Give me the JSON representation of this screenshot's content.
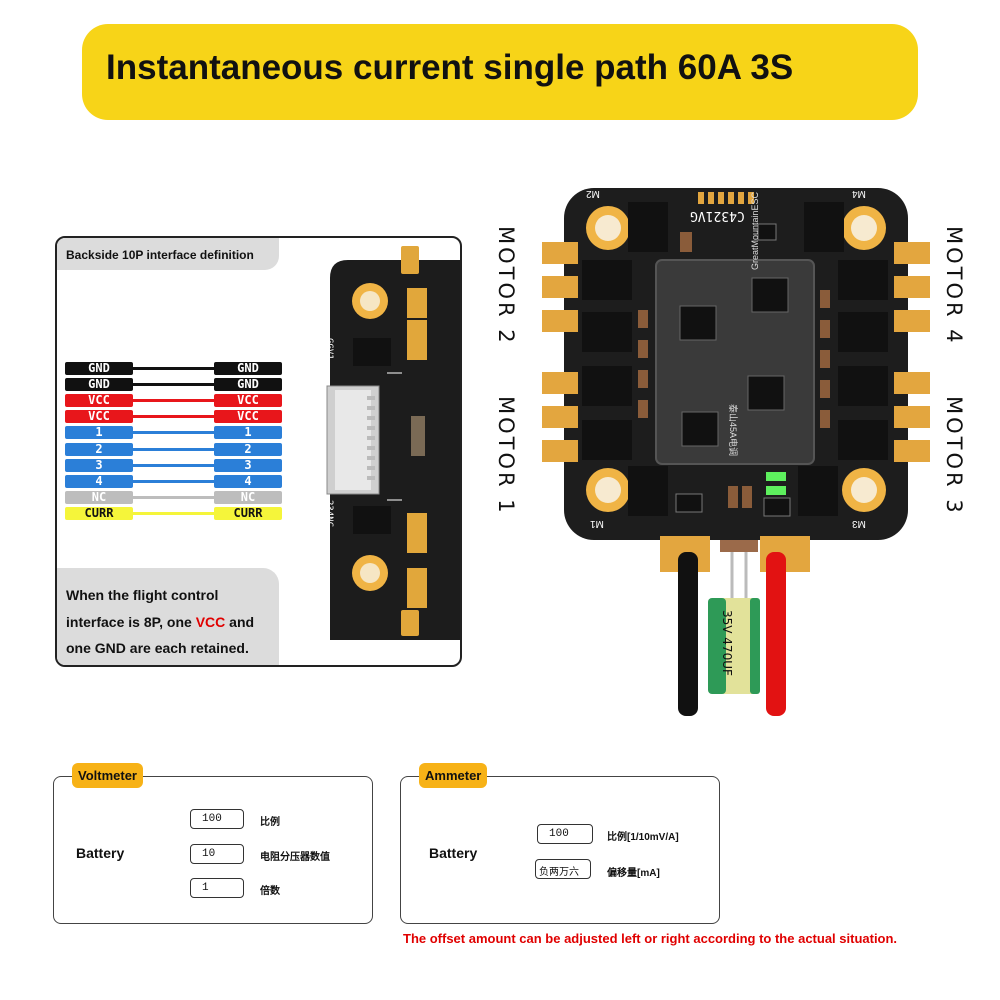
{
  "title": "Instantaneous current single path 60A 3S",
  "interface": {
    "title": "Backside 10P interface definition",
    "pins": [
      {
        "label": "GND",
        "color": "#111111",
        "text": "#ffffff",
        "wire": "#111111"
      },
      {
        "label": "GND",
        "color": "#111111",
        "text": "#ffffff",
        "wire": "#111111"
      },
      {
        "label": "VCC",
        "color": "#e8161b",
        "text": "#ffffff",
        "wire": "#e8161b"
      },
      {
        "label": "VCC",
        "color": "#e8161b",
        "text": "#ffffff",
        "wire": "#e8161b"
      },
      {
        "label": "1",
        "color": "#2b7fd8",
        "text": "#ffffff",
        "wire": "#2b7fd8"
      },
      {
        "label": "2",
        "color": "#2b7fd8",
        "text": "#ffffff",
        "wire": "#2b7fd8"
      },
      {
        "label": "3",
        "color": "#2b7fd8",
        "text": "#ffffff",
        "wire": "#2b7fd8"
      },
      {
        "label": "4",
        "color": "#2b7fd8",
        "text": "#ffffff",
        "wire": "#2b7fd8"
      },
      {
        "label": "NC",
        "color": "#bdbdbd",
        "text": "#ffffff",
        "wire": "#bdbdbd"
      },
      {
        "label": "CURR",
        "color": "#f5f53a",
        "text": "#111111",
        "wire": "#f5f53a"
      }
    ],
    "note_line1": "When the flight control",
    "note_line2a": "interface is 8P, one ",
    "note_vcc": "VCC",
    "note_line2b": " and",
    "note_line3": "one GND are each retained.",
    "side_label_top": "GGV1",
    "side_label_bottom": "234NC"
  },
  "board": {
    "motor_labels": [
      "MOTOR 2",
      "MOTOR 1",
      "MOTOR 4",
      "MOTOR 3"
    ],
    "corner_labels": [
      "M2",
      "M4",
      "M1",
      "M3"
    ],
    "header_label": "C4321VG",
    "brand_text": "GreatMountainESC",
    "chip_text": "泰山45A电调",
    "capacitor_text": "35V 470UF"
  },
  "voltmeter": {
    "title": "Voltmeter",
    "label": "Battery",
    "fields": [
      {
        "value": "100",
        "label": "比例"
      },
      {
        "value": "10",
        "label": "电阻分压器数值"
      },
      {
        "value": "1",
        "label": "倍数"
      }
    ]
  },
  "ammeter": {
    "title": "Ammeter",
    "label": "Battery",
    "fields": [
      {
        "value": "100",
        "label": "比例[1/10mV/A]"
      },
      {
        "value": "负两万六",
        "label": "偏移量[mA]"
      }
    ]
  },
  "footnote": "The offset amount can be adjusted left or right according to the actual situation."
}
